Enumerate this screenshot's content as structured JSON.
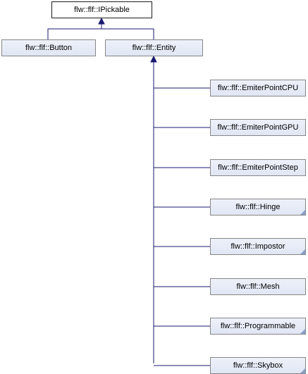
{
  "root": {
    "label": "flw::flf::IPickable"
  },
  "level1": [
    {
      "label": "flw::flf::Button"
    },
    {
      "label": "flw::flf::Entity"
    }
  ],
  "children": [
    {
      "label": "flw::flf::EmiterPointCPU",
      "folded": false
    },
    {
      "label": "flw::flf::EmiterPointGPU",
      "folded": false
    },
    {
      "label": "flw::flf::EmiterPointStep",
      "folded": false
    },
    {
      "label": "flw::flf::Hinge",
      "folded": true
    },
    {
      "label": "flw::flf::Impostor",
      "folded": true
    },
    {
      "label": "flw::flf::Mesh",
      "folded": false
    },
    {
      "label": "flw::flf::Programmable",
      "folded": true
    },
    {
      "label": "flw::flf::Skybox",
      "folded": true
    }
  ],
  "colors": {
    "edge": "#191970",
    "node_fill": "#e6ebf6",
    "node_border": "#868686",
    "root_border": "#1c1c1c"
  }
}
